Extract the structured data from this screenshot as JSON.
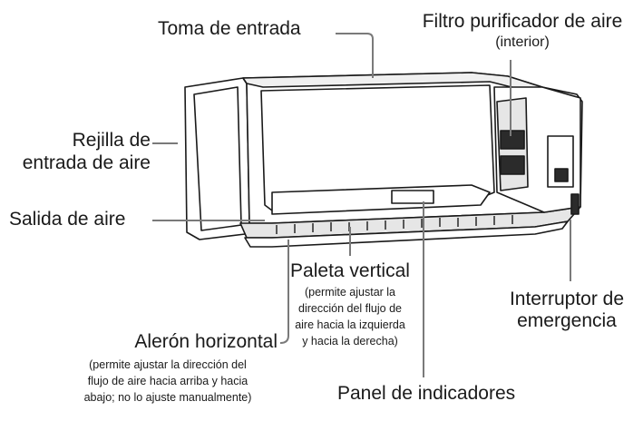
{
  "colors": {
    "line": "#1a1a1a",
    "leader": "#7a7a7a",
    "unit_fill": "#ffffff",
    "shade": "#e6e6e6",
    "dark": "#2b2b2b"
  },
  "labels": {
    "toma_entrada": "Toma de entrada",
    "filtro_title": "Filtro purificador de aire",
    "filtro_sub": "(interior)",
    "rejilla_line1": "Rejilla de",
    "rejilla_line2": "entrada de aire",
    "salida": "Salida de aire",
    "paleta_title": "Paleta vertical",
    "paleta_desc1": "(permite ajustar la",
    "paleta_desc2": "dirección del flujo de",
    "paleta_desc3": "aire hacia la izquierda",
    "paleta_desc4": "y hacia la derecha)",
    "interruptor_line1": "Interruptor de",
    "interruptor_line2": "emergencia",
    "aleron_title": "Alerón horizontal",
    "aleron_desc1": "(permite ajustar la dirección del",
    "aleron_desc2": "flujo de aire hacia arriba y hacia",
    "aleron_desc3": "abajo; no lo ajuste manualmente)",
    "panel": "Panel de indicadores"
  }
}
